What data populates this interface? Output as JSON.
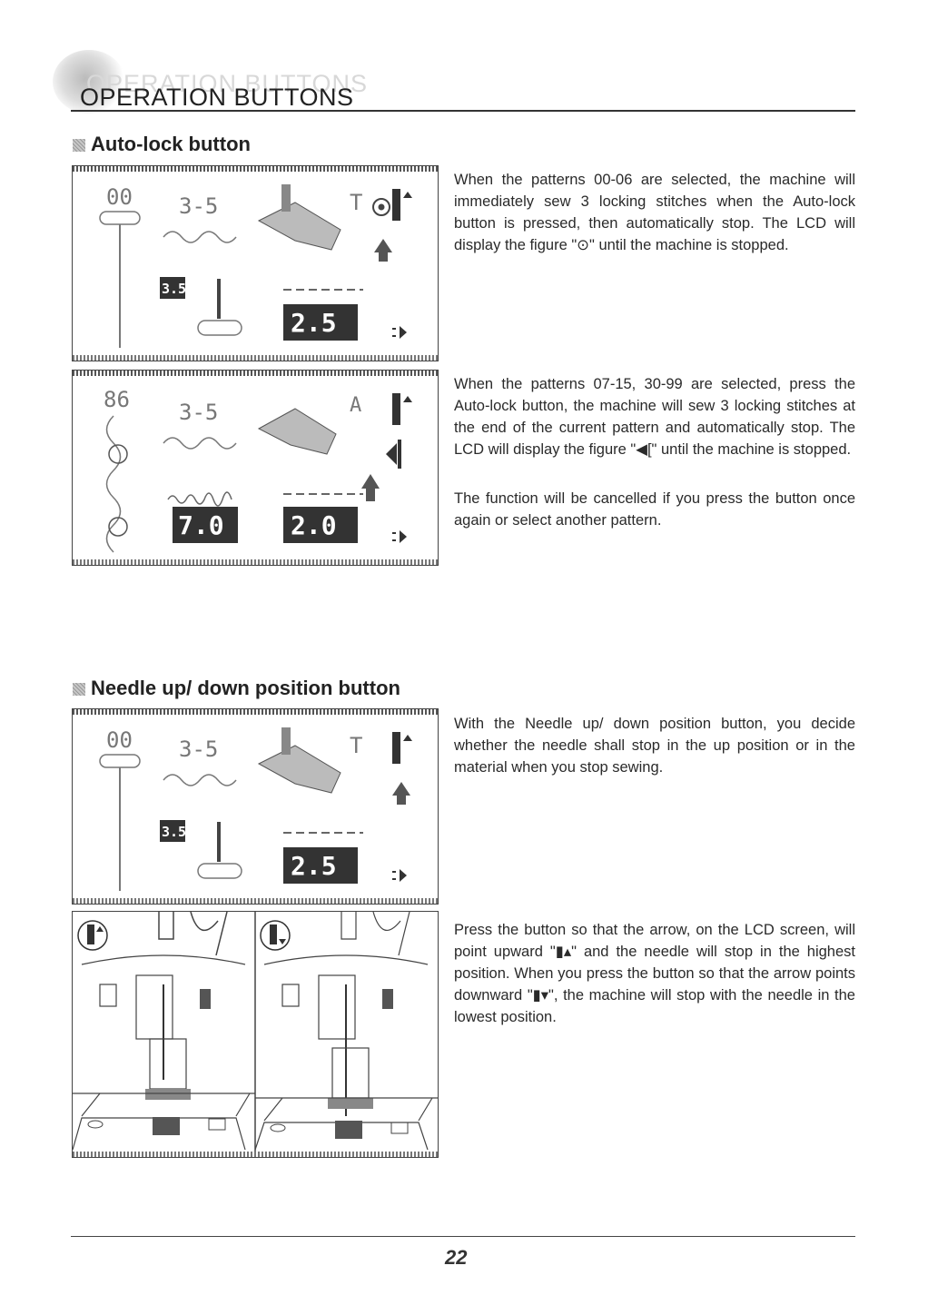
{
  "header": {
    "title": "OPERATION BUTTONS",
    "title_shadow": "OPERATION BUTTONS"
  },
  "autolock": {
    "title": "Auto-lock button",
    "para1": "When the patterns 00-06 are selected, the machine will immediately sew 3 locking stitches when the Auto-lock button is pressed, then automatically stop. The LCD will display the figure \"⊙\" until the machine is stopped.",
    "para2": "When the patterns 07-15, 30-99 are selected, press the Auto-lock button, the machine will sew 3 locking stitches at the end of the current pattern and automatically stop. The LCD will display the figure \"◀[\" until the machine is stopped.",
    "para3": "The function will be cancelled if you press the button once again or select another pattern.",
    "lcd1": {
      "pattern": "00",
      "length": "3-5",
      "foot": "T",
      "width": "3.5",
      "value": "2.5"
    },
    "lcd2": {
      "pattern": "86",
      "length": "3-5",
      "foot": "A",
      "width": "7.0",
      "value": "2.0"
    }
  },
  "needle": {
    "title": "Needle up/ down position button",
    "para1": "With the Needle up/ down position button, you decide whether the needle shall stop in the up position or in the material when you stop sewing.",
    "para2": "Press the button so that the arrow, on the LCD screen, will point upward \"▮▴\" and the needle will stop in the highest position. When you press the button so that the arrow points downward \"▮▾\", the machine will stop with the needle in the lowest position.",
    "lcd3": {
      "pattern": "00",
      "length": "3-5",
      "foot": "T",
      "width": "3.5",
      "value": "2.5"
    }
  },
  "footer": {
    "page": "22"
  }
}
